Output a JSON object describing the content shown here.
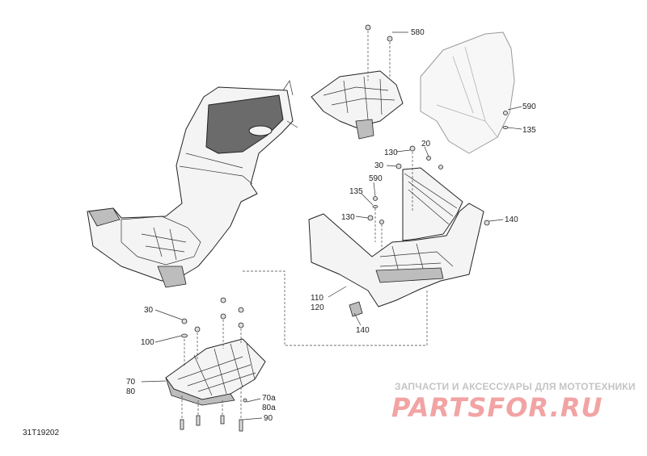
{
  "figure_id": "31T19202",
  "watermark": {
    "tagline": "ЗАПЧАСТИ И АКСЕССУАРЫ ДЛЯ МОТОТЕХНИКИ",
    "logo": "PARTSFOR.RU"
  },
  "callouts": [
    {
      "id": "c580",
      "text": "580"
    },
    {
      "id": "c590a",
      "text": "590"
    },
    {
      "id": "c135a",
      "text": "135"
    },
    {
      "id": "c130a",
      "text": "130"
    },
    {
      "id": "c20",
      "text": "20"
    },
    {
      "id": "c30a",
      "text": "30"
    },
    {
      "id": "c590b",
      "text": "590"
    },
    {
      "id": "c135b",
      "text": "135"
    },
    {
      "id": "c130b",
      "text": "130"
    },
    {
      "id": "c140a",
      "text": "140"
    },
    {
      "id": "c110",
      "text": "110"
    },
    {
      "id": "c120",
      "text": "120"
    },
    {
      "id": "c140b",
      "text": "140"
    },
    {
      "id": "c30b",
      "text": "30"
    },
    {
      "id": "c100",
      "text": "100"
    },
    {
      "id": "c70",
      "text": "70"
    },
    {
      "id": "c80",
      "text": "80"
    },
    {
      "id": "c70a",
      "text": "70a"
    },
    {
      "id": "c80a",
      "text": "80a"
    },
    {
      "id": "c90",
      "text": "90"
    }
  ]
}
